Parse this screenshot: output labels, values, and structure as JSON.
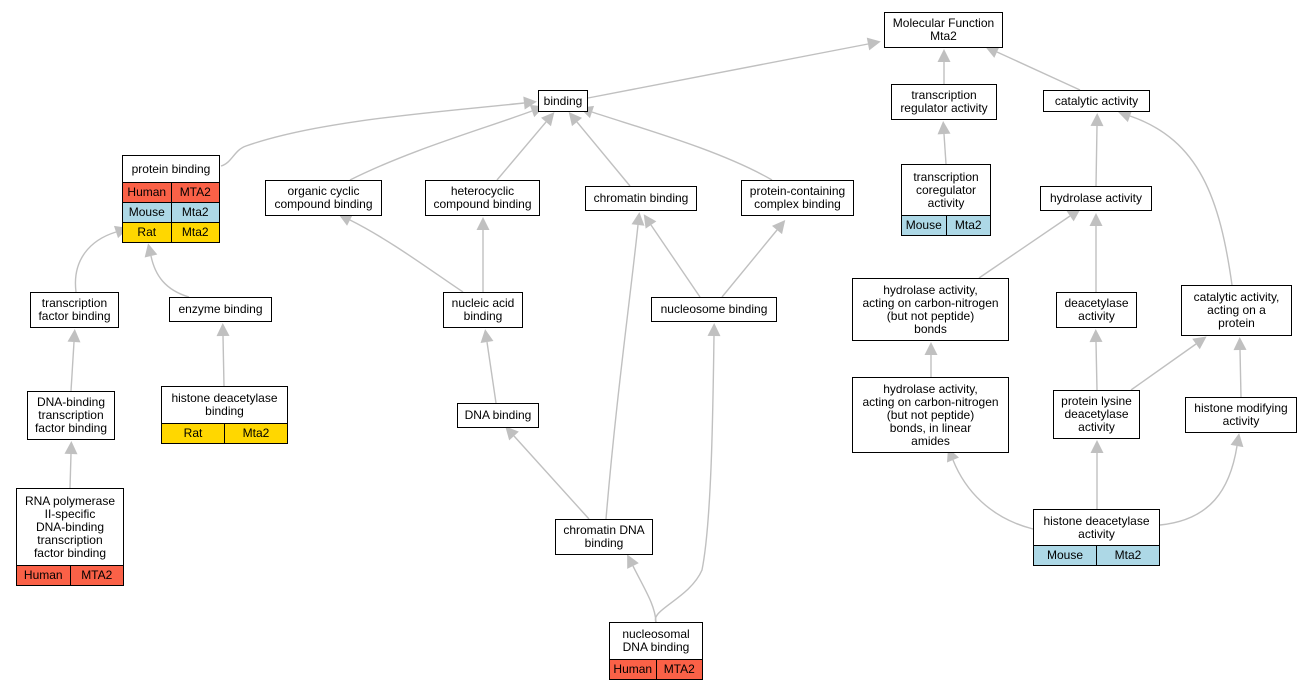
{
  "colors": {
    "human": "#fa6147",
    "mouse": "#add8e6",
    "rat": "#ffd700",
    "edge": "#c0c0c0"
  },
  "nodes": {
    "molecular_function": "Molecular Function\nMta2",
    "binding": "binding",
    "transcription_regulator_activity": "transcription\nregulator activity",
    "catalytic_activity": "catalytic activity",
    "protein_binding": "protein binding",
    "organic_cyclic_compound_binding": "organic cyclic\ncompound binding",
    "heterocyclic_compound_binding": "heterocyclic\ncompound binding",
    "chromatin_binding": "chromatin binding",
    "protein_containing_complex_binding": "protein-containing\ncomplex binding",
    "transcription_coregulator_activity": "transcription\ncoregulator\nactivity",
    "hydrolase_activity": "hydrolase activity",
    "transcription_factor_binding": "transcription\nfactor binding",
    "enzyme_binding": "enzyme binding",
    "nucleic_acid_binding": "nucleic acid\nbinding",
    "nucleosome_binding": "nucleosome binding",
    "hydrolase_cn": "hydrolase activity,\nacting on carbon-nitrogen\n(but not peptide)\nbonds",
    "deacetylase_activity": "deacetylase\nactivity",
    "catalytic_on_protein": "catalytic activity,\nacting on a\nprotein",
    "dna_binding_tf_binding": "DNA-binding\ntranscription\nfactor binding",
    "histone_deacetylase_binding": "histone deacetylase\nbinding",
    "dna_binding": "DNA binding",
    "hydrolase_cn_linear": "hydrolase activity,\nacting on carbon-nitrogen\n(but not peptide)\nbonds, in linear\namides",
    "protein_lysine_deacetylase": "protein lysine\ndeacetylase\nactivity",
    "histone_modifying_activity": "histone modifying\nactivity",
    "rna_pol_ii_tf_binding": "RNA polymerase\nII-specific\nDNA-binding\ntranscription\nfactor binding",
    "chromatin_dna_binding": "chromatin DNA\nbinding",
    "histone_deacetylase_activity": "histone deacetylase\nactivity",
    "nucleosomal_dna_binding": "nucleosomal\nDNA binding"
  },
  "annotations": {
    "protein_binding": [
      [
        "Human",
        "MTA2"
      ],
      [
        "Mouse",
        "Mta2"
      ],
      [
        "Rat",
        "Mta2"
      ]
    ],
    "transcription_coregulator_activity": [
      [
        "Mouse",
        "Mta2"
      ]
    ],
    "histone_deacetylase_binding": [
      [
        "Rat",
        "Mta2"
      ]
    ],
    "rna_pol_ii_tf_binding": [
      [
        "Human",
        "MTA2"
      ]
    ],
    "histone_deacetylase_activity": [
      [
        "Mouse",
        "Mta2"
      ]
    ],
    "nucleosomal_dna_binding": [
      [
        "Human",
        "MTA2"
      ]
    ]
  },
  "edges": [
    [
      "binding",
      "molecular_function"
    ],
    [
      "transcription_regulator_activity",
      "molecular_function"
    ],
    [
      "catalytic_activity",
      "molecular_function"
    ],
    [
      "protein_binding",
      "binding"
    ],
    [
      "organic_cyclic_compound_binding",
      "binding"
    ],
    [
      "heterocyclic_compound_binding",
      "binding"
    ],
    [
      "chromatin_binding",
      "binding"
    ],
    [
      "protein_containing_complex_binding",
      "binding"
    ],
    [
      "transcription_coregulator_activity",
      "transcription_regulator_activity"
    ],
    [
      "hydrolase_activity",
      "catalytic_activity"
    ],
    [
      "catalytic_on_protein",
      "catalytic_activity"
    ],
    [
      "transcription_factor_binding",
      "protein_binding"
    ],
    [
      "enzyme_binding",
      "protein_binding"
    ],
    [
      "nucleic_acid_binding",
      "organic_cyclic_compound_binding"
    ],
    [
      "nucleic_acid_binding",
      "heterocyclic_compound_binding"
    ],
    [
      "nucleosome_binding",
      "chromatin_binding"
    ],
    [
      "nucleosome_binding",
      "protein_containing_complex_binding"
    ],
    [
      "hydrolase_cn",
      "hydrolase_activity"
    ],
    [
      "deacetylase_activity",
      "hydrolase_activity"
    ],
    [
      "dna_binding_tf_binding",
      "transcription_factor_binding"
    ],
    [
      "histone_deacetylase_binding",
      "enzyme_binding"
    ],
    [
      "dna_binding",
      "nucleic_acid_binding"
    ],
    [
      "hydrolase_cn_linear",
      "hydrolase_cn"
    ],
    [
      "protein_lysine_deacetylase",
      "deacetylase_activity"
    ],
    [
      "protein_lysine_deacetylase",
      "catalytic_on_protein"
    ],
    [
      "histone_modifying_activity",
      "catalytic_on_protein"
    ],
    [
      "rna_pol_ii_tf_binding",
      "dna_binding_tf_binding"
    ],
    [
      "chromatin_dna_binding",
      "dna_binding"
    ],
    [
      "chromatin_dna_binding",
      "chromatin_binding"
    ],
    [
      "histone_deacetylase_activity",
      "hydrolase_cn_linear"
    ],
    [
      "histone_deacetylase_activity",
      "protein_lysine_deacetylase"
    ],
    [
      "histone_deacetylase_activity",
      "histone_modifying_activity"
    ],
    [
      "nucleosomal_dna_binding",
      "chromatin_dna_binding"
    ],
    [
      "nucleosomal_dna_binding",
      "nucleosome_binding"
    ]
  ]
}
